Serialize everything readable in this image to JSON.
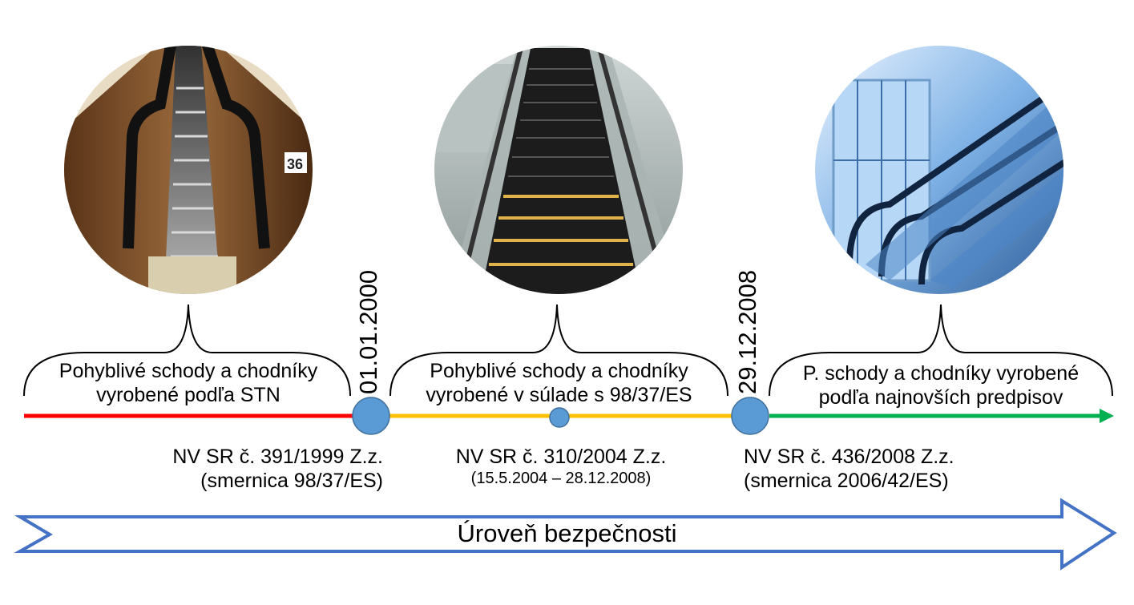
{
  "photos": [
    {
      "name": "old-wooden-escalator-photo",
      "description_icon": "escalator-wooden"
    },
    {
      "name": "modern-escalator-photo",
      "description_icon": "escalator-steel"
    },
    {
      "name": "glass-escalators-elevator-photo",
      "description_icon": "escalator-glass"
    }
  ],
  "periods": [
    {
      "line1": "Pohyblivé schody a chodníky",
      "line2": "vyrobené podľa STN"
    },
    {
      "line1": "Pohyblivé schody a chodníky",
      "line2": "vyrobené v súlade s 98/37/ES"
    },
    {
      "line1": "P. schody a chodníky vyrobené",
      "line2": "podľa najnovších predpisov"
    }
  ],
  "dates": [
    "01.01.2000",
    "29.12.2008"
  ],
  "laws": [
    {
      "line1": "NV SR č. 391/1999 Z.z.",
      "line2": "(smernica 98/37/ES)"
    },
    {
      "line1": "NV SR č. 310/2004 Z.z.",
      "line2": "(15.5.2004 – 28.12.2008)"
    },
    {
      "line1": "NV SR č. 436/2008 Z.z.",
      "line2": "(smernica 2006/42/ES)"
    }
  ],
  "safety_arrow": {
    "label": "Úroveň bezpečnosti"
  },
  "colors": {
    "segment_1": "#ff0000",
    "segment_2": "#ffc000",
    "segment_3": "#00b050",
    "milestone": "#5b9bd5",
    "milestone_border": "#41719c",
    "safety_arrow_border": "#4472c4"
  }
}
